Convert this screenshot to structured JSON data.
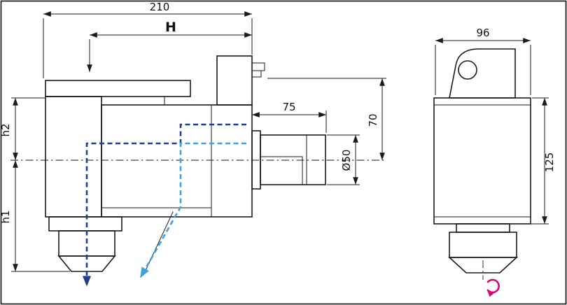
{
  "figure": {
    "side_view": {
      "dim_total_width": "210",
      "dim_gauge": "H",
      "dim_shank_length": "75",
      "dim_axis_height": "70",
      "dim_shank_diameter": "Ø50",
      "dim_h2": "h2",
      "dim_h1": "h1"
    },
    "front_view": {
      "dim_body_width": "96",
      "dim_body_height": "125"
    },
    "colors": {
      "outline": "#1a1a1a",
      "coolant_primary": "#1e3f8f",
      "coolant_secondary": "#3aa3dc",
      "rotation": "#e2007a",
      "background": "#ffffff"
    }
  }
}
